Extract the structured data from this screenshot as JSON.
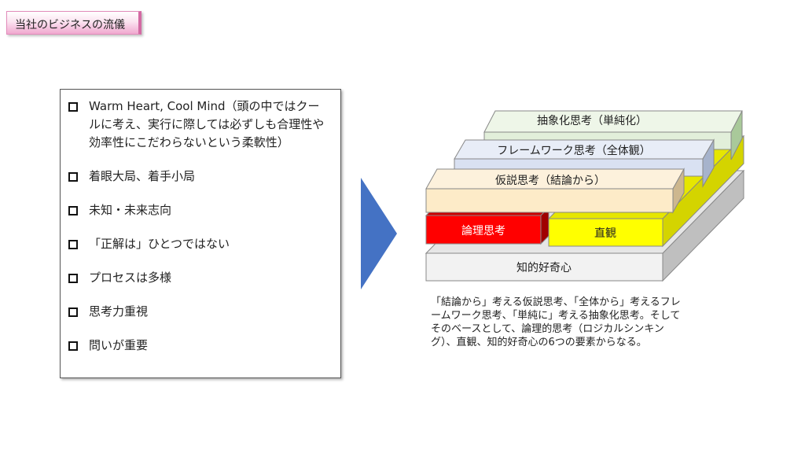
{
  "header": {
    "title": "当社のビジネスの流儀"
  },
  "bullets": [
    "Warm Heart, Cool Mind（頭の中ではクールに考え、実行に際しては必ずしも合理性や効率性にこだわらないという柔軟性）",
    "着眼大局、着手小局",
    "未知・未来志向",
    "「正解は」ひとつではない",
    "プロセスは多様",
    "思考力重視",
    "問いが重要"
  ],
  "diagram": {
    "layers": {
      "abstraction": "抽象化思考（単純化）",
      "framework": "フレームワーク思考（全体観）",
      "hypothesis": "仮説思考（結論から）",
      "logical": "論理思考",
      "intuition": "直観",
      "curiosity": "知的好奇心"
    },
    "colors": {
      "abstraction": "#e2efda",
      "framework": "#d9e1f2",
      "hypothesis": "#fdebc8",
      "logical": "#ff0000",
      "intuition": "#ffff00",
      "curiosity": "#f2f2f2"
    },
    "caption": "「結論から」考える仮説思考、「全体から」考えるフレームワーク思考、「単純に」考える抽象化思考。そしてそのベースとして、論理的思考（ロジカルシンキング）、直観、知的好奇心の6つの要素からなる。"
  },
  "arrow": {
    "color": "#4472c4"
  }
}
